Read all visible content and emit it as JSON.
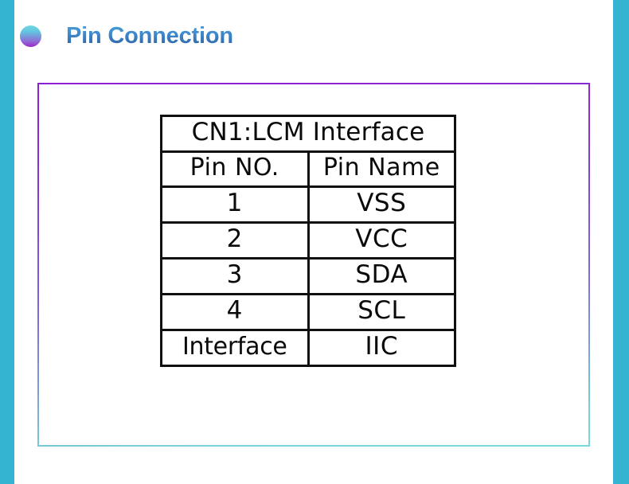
{
  "theme": {
    "accent_teal": "#35b4d1",
    "accent_purple": "#8e1fd0",
    "title_blue": "#2f6bb0",
    "table_ink": "#101010",
    "slide_background": "#ffffff"
  },
  "slide": {
    "title": "Pin Connection",
    "bullet_icon": "gradient-circle-bullet"
  },
  "pin_table": {
    "header_span": "CN1:LCM  Interface",
    "column_headers": [
      "Pin  NO.",
      "Pin  Name"
    ],
    "rows": [
      {
        "pin_no": "1",
        "pin_name": "VSS"
      },
      {
        "pin_no": "2",
        "pin_name": "VCC"
      },
      {
        "pin_no": "3",
        "pin_name": "SDA"
      },
      {
        "pin_no": "4",
        "pin_name": "SCL"
      },
      {
        "pin_no": "Interface",
        "pin_name": "IIC"
      }
    ]
  }
}
